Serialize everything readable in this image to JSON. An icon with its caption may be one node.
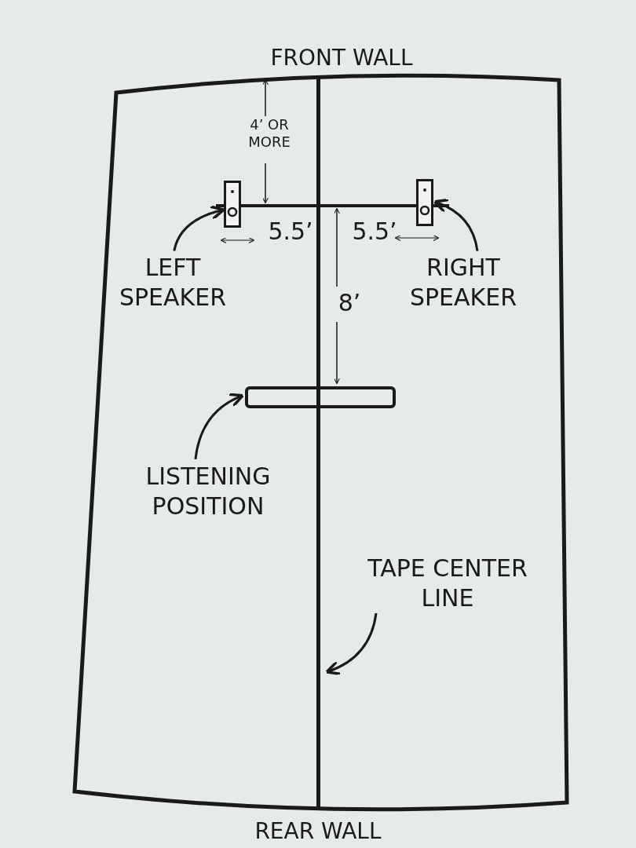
{
  "diagram": {
    "nodes": [
      {
        "text": [],
        "shape": "box"
      },
      {
        "text": [],
        "shape": "box"
      },
      {
        "text": [],
        "shape": "bar"
      },
      {
        "text": [],
        "shape": "line"
      },
      {
        "text": [
          "LEFT SPEAKER"
        ]
      },
      {
        "text": [
          "RIGHT SPEAKER"
        ]
      },
      {
        "text": [
          "LISTENING POSITION"
        ]
      },
      {
        "text": [
          "TAPE CENTER LINE"
        ]
      },
      {
        "text": [],
        "shape": "line"
      }
    ],
    "edges": [
      {
        "from": 4,
        "to": 0,
        "arrow": "to"
      },
      {
        "from": 5,
        "to": 1,
        "arrow": "to"
      },
      {
        "from": 6,
        "to": 2,
        "arrow": "to"
      },
      {
        "from": 7,
        "to": 3,
        "arrow": "to"
      }
    ],
    "labels": [
      "FRONT WALL",
      "4’ OR MORE",
      "5.5’",
      "5.5’",
      "8’",
      "REAR WALL"
    ]
  }
}
